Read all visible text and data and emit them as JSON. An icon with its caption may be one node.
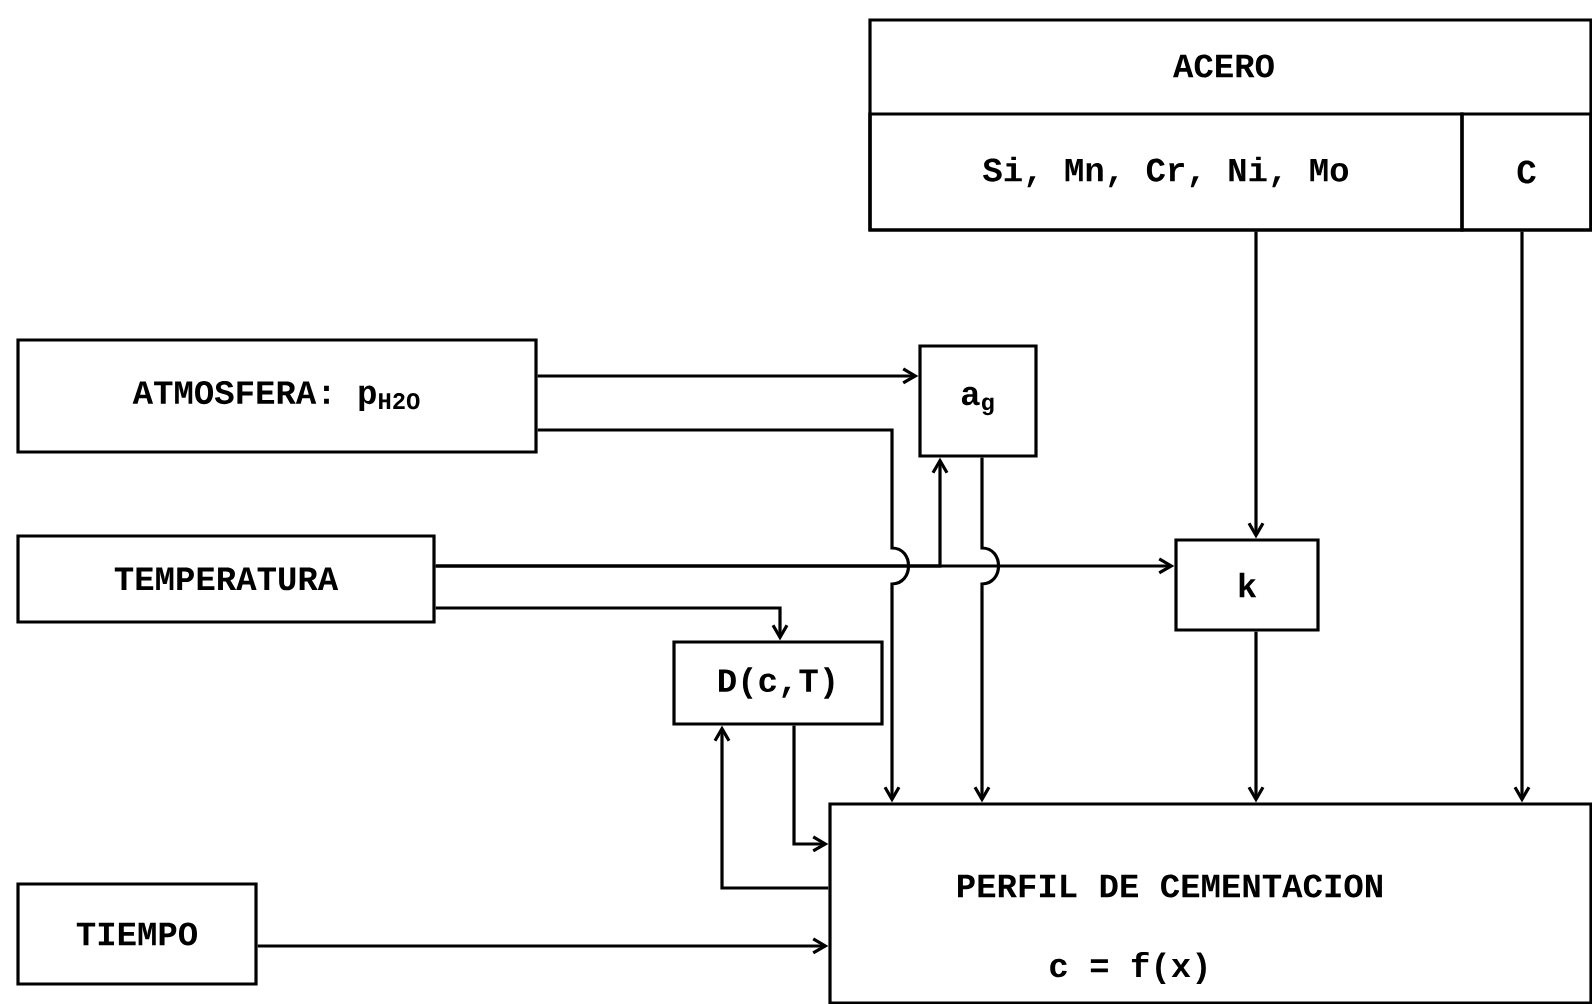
{
  "diagram": {
    "nodes": [
      {
        "text": [
          "ACERO"
        ]
      },
      {
        "text": [
          "Si, Mn, Cr, Ni, Mo"
        ],
        "in": 0
      },
      {
        "text": [
          "C"
        ],
        "in": 0
      },
      {
        "text": [
          "ATMOSFERA: p$_{H2O}$"
        ]
      },
      {
        "text": [
          "a$_{g}$"
        ]
      },
      {
        "text": [
          "TEMPERATURA"
        ]
      },
      {
        "text": [
          "k"
        ]
      },
      {
        "text": [
          "D(c,T)"
        ]
      },
      {
        "text": [
          "TIEMPO"
        ]
      },
      {
        "text": [
          "PERFIL DE CEMENTACION",
          "c = f(x)"
        ]
      }
    ],
    "edges": [
      {
        "from": 3,
        "to": 4,
        "arrow": "to"
      },
      {
        "from": 3,
        "to": 9,
        "arrow": "to"
      },
      {
        "from": 5,
        "to": 4,
        "arrow": "to"
      },
      {
        "from": 4,
        "to": 9,
        "arrow": "to"
      },
      {
        "from": 5,
        "to": 6,
        "arrow": "to"
      },
      {
        "from": 5,
        "to": 7,
        "arrow": "to"
      },
      {
        "from": 1,
        "to": 6,
        "arrow": "to"
      },
      {
        "from": 6,
        "to": 9,
        "arrow": "to"
      },
      {
        "from": 2,
        "to": 9,
        "arrow": "to"
      },
      {
        "from": 7,
        "to": 9,
        "arrow": "to"
      },
      {
        "from": 9,
        "to": 7,
        "arrow": "to"
      },
      {
        "from": 8,
        "to": 9,
        "arrow": "to"
      }
    ]
  }
}
